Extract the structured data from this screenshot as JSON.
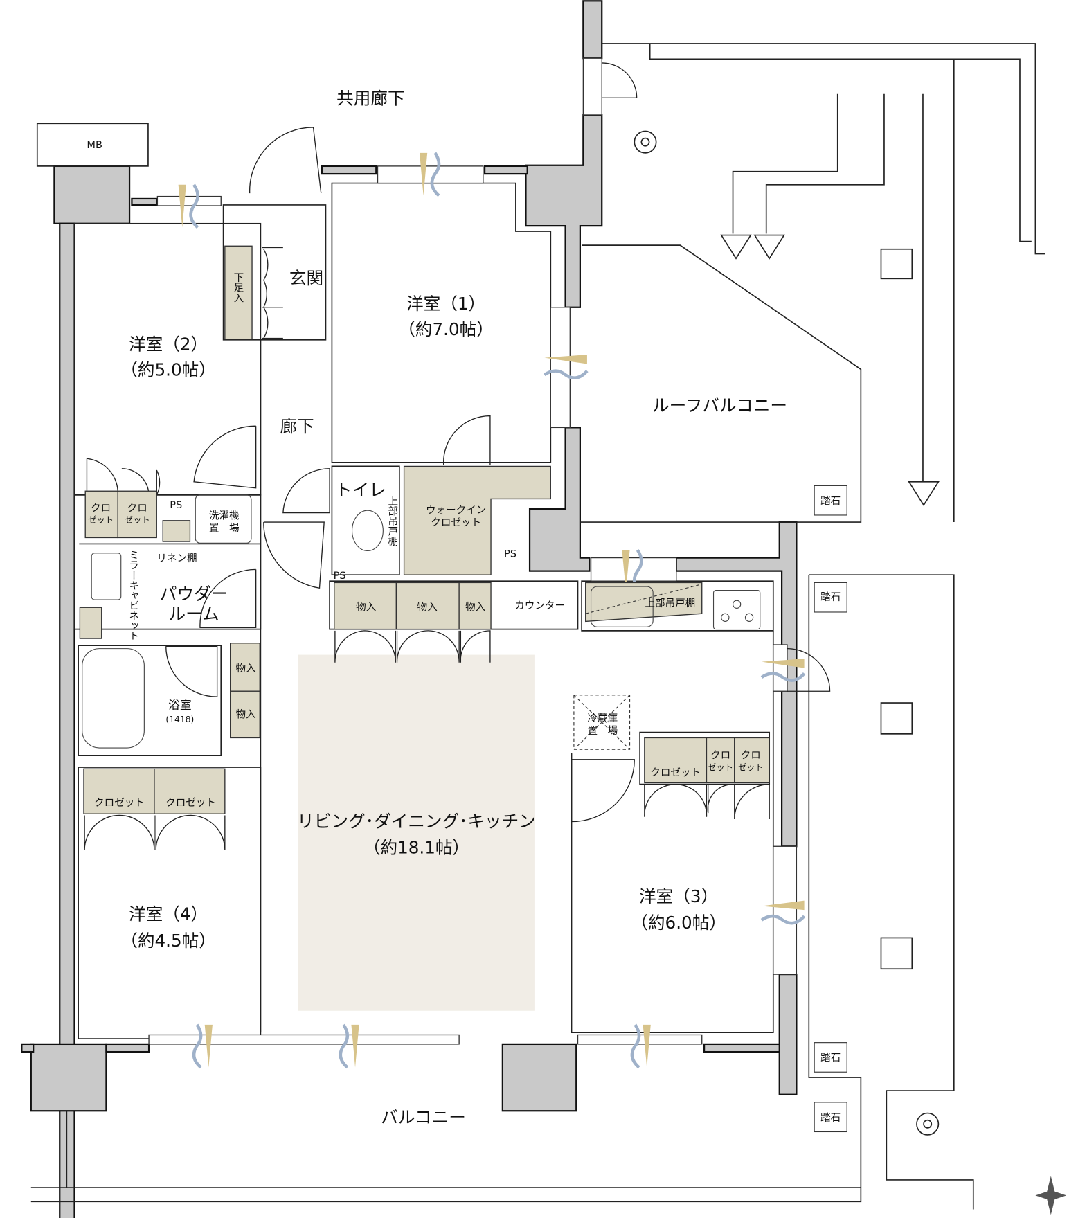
{
  "title": "間取り図",
  "labels": {
    "common_corridor": "共用廊下",
    "mb": "MB",
    "entrance": "玄関",
    "shoe_storage": "下足入",
    "room1_name": "洋室（1）",
    "room1_size": "（約7.0帖）",
    "room2_name": "洋室（2）",
    "room2_size": "（約5.0帖）",
    "room3_name": "洋室（3）",
    "room3_size": "（約6.0帖）",
    "room4_name": "洋室（4）",
    "room4_size": "（約4.5帖）",
    "hallway": "廊下",
    "roof_balcony": "ルーフバルコニー",
    "stepping_stone": "踏石",
    "toilet": "トイレ",
    "upper_cabinet": "上部吊戸棚",
    "wic_line1": "ウォークイン",
    "wic_line2": "クロゼット",
    "ps": "PS",
    "closet_short_1": "クロ",
    "closet_short_2": "ゼット",
    "washer_line1": "洗濯機",
    "washer_line2": "置　場",
    "linen": "リネン棚",
    "mirror_cabinet": "ミラーキャビネット",
    "powder_line1": "パウダー",
    "powder_line2": "ルーム",
    "storage": "物入",
    "counter": "カウンター",
    "bath": "浴室",
    "bath_size": "(1418)",
    "fridge_line1": "冷蔵庫",
    "fridge_line2": "置　場",
    "closet": "クロゼット",
    "ldk_name": "リビング･ダイニング･キッチン",
    "ldk_size": "（約18.1帖）",
    "balcony": "バルコニー"
  },
  "colors": {
    "wall": "#c9c9c9",
    "storage": "#ddd9c6",
    "ldk_floor": "#f1ede6",
    "sunlight": "#d7c38a",
    "wind": "#9fb1c9"
  }
}
